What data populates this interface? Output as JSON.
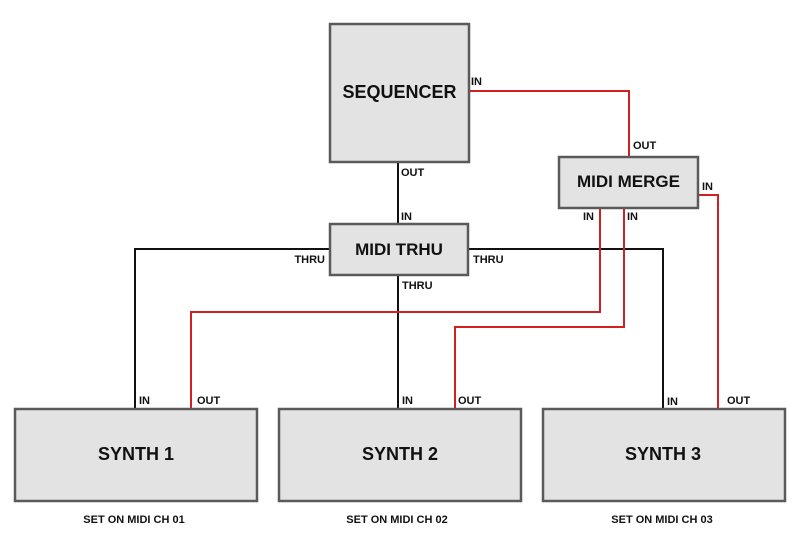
{
  "colors": {
    "box_fill": "#e3e3e3",
    "box_border": "#5a5a5a",
    "thru_wire": "#111111",
    "merge_wire": "#d21f1f"
  },
  "devices": {
    "sequencer": {
      "label": "SEQUENCER",
      "port_in": "IN",
      "port_out": "OUT"
    },
    "midi_merge": {
      "label": "MIDI MERGE",
      "port_out": "OUT",
      "port_in_side": "IN",
      "port_in_1": "IN",
      "port_in_2": "IN"
    },
    "midi_thru": {
      "label": "MIDI TRHU",
      "port_in": "IN",
      "port_thru_left": "THRU",
      "port_thru_right": "THRU",
      "port_thru_bottom": "THRU"
    },
    "synths": [
      {
        "label": "SYNTH 1",
        "port_in": "IN",
        "port_out": "OUT",
        "caption": "SET ON MIDI CH 01"
      },
      {
        "label": "SYNTH 2",
        "port_in": "IN",
        "port_out": "OUT",
        "caption": "SET ON MIDI CH 02"
      },
      {
        "label": "SYNTH 3",
        "port_in": "IN",
        "port_out": "OUT",
        "caption": "SET ON MIDI CH 03"
      }
    ]
  }
}
